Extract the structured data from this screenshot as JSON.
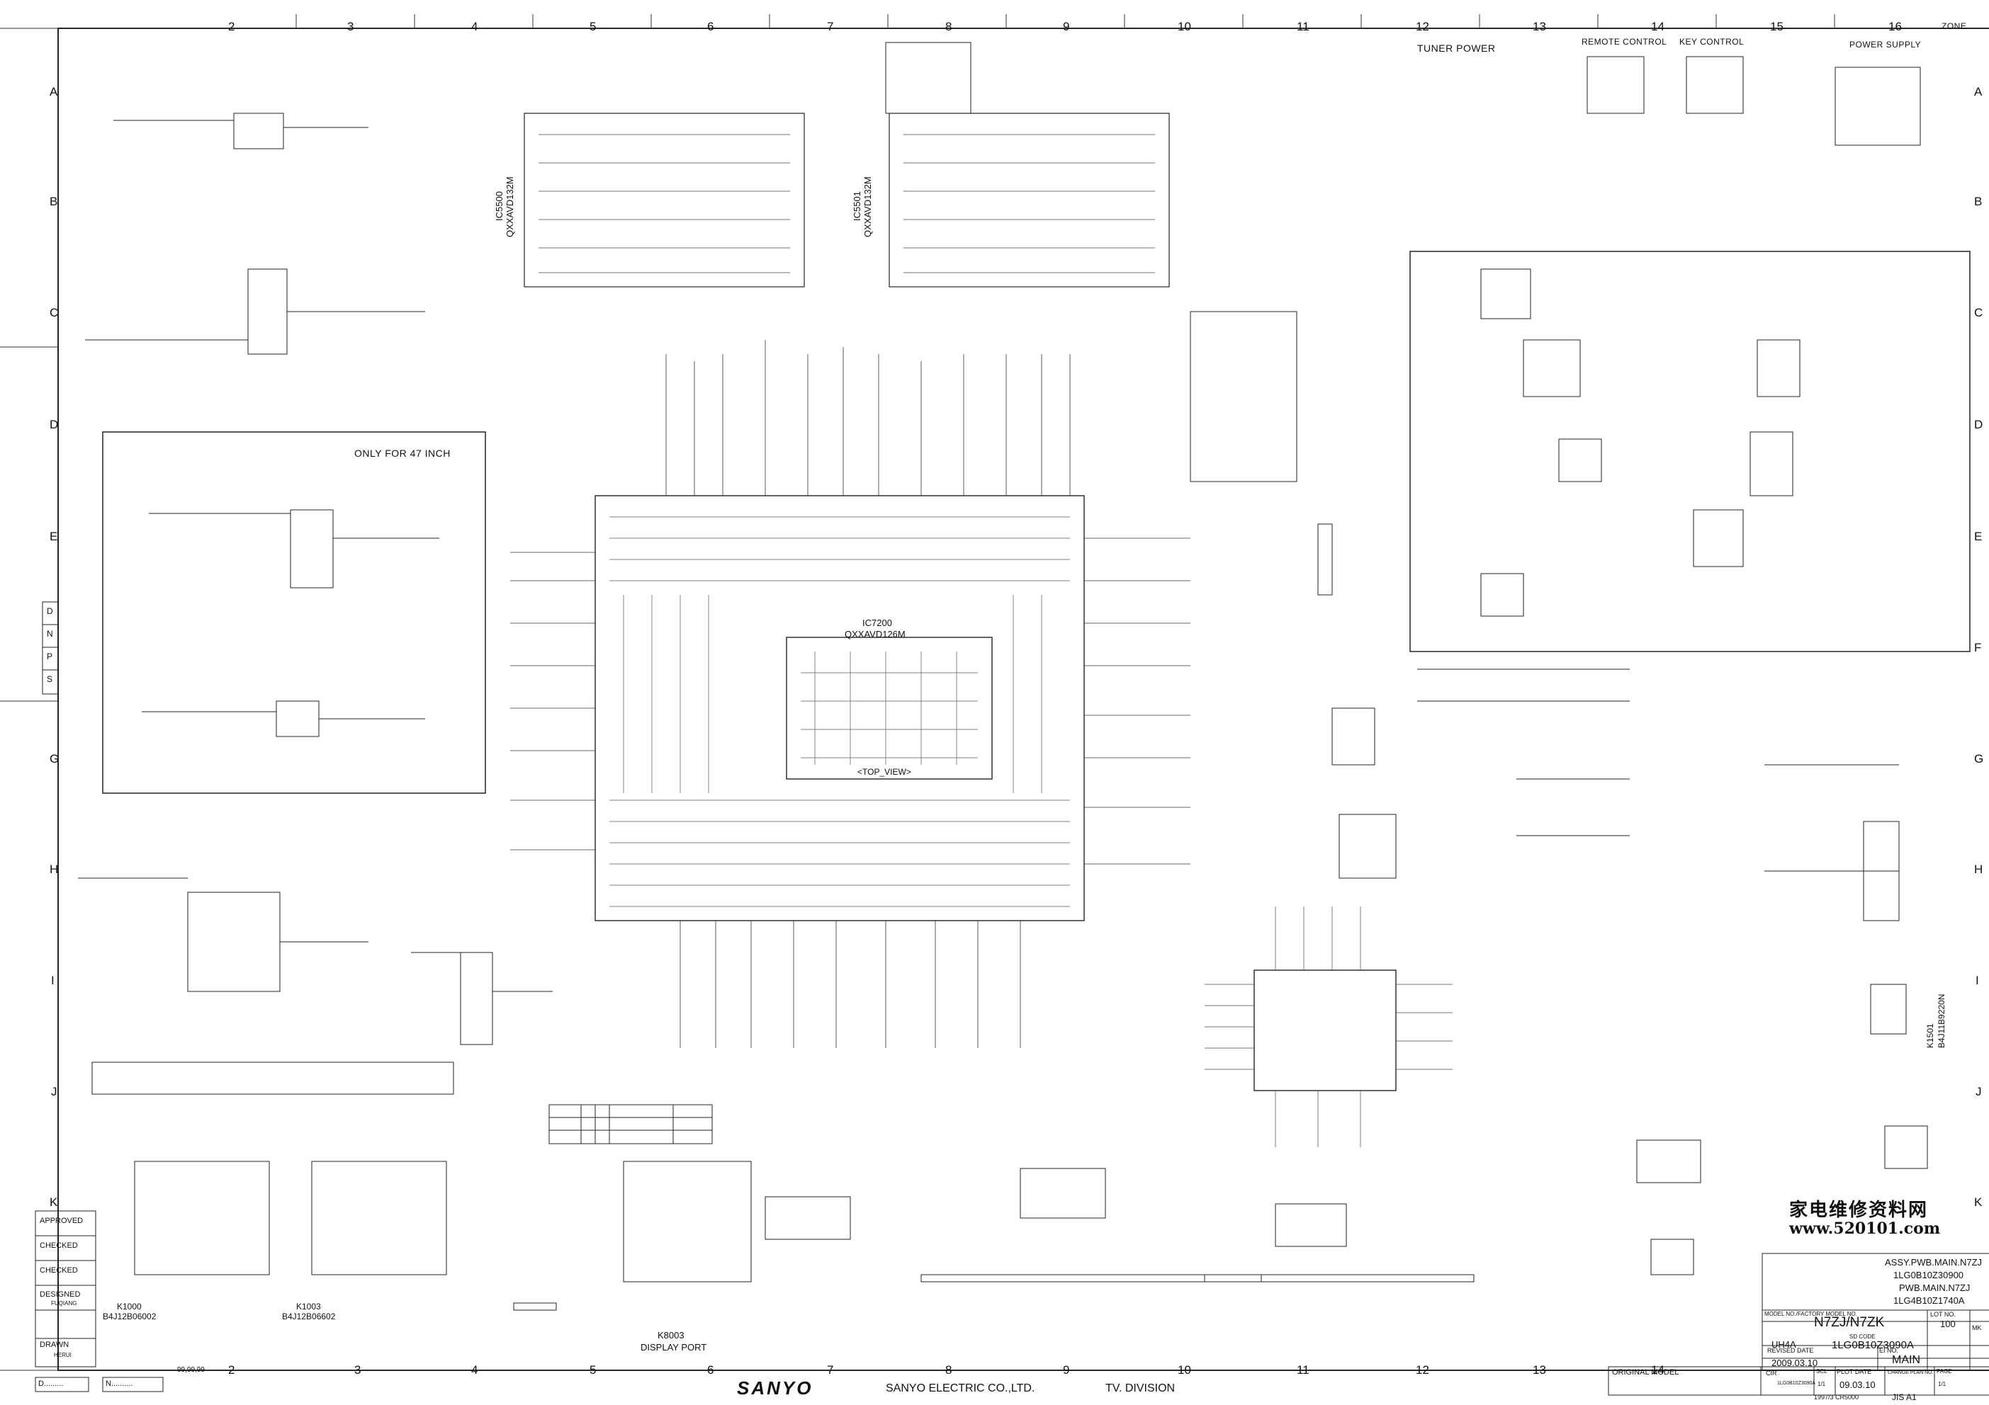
{
  "zones": {
    "cols": [
      "2",
      "3",
      "4",
      "5",
      "6",
      "7",
      "8",
      "9",
      "10",
      "11",
      "12",
      "13",
      "14",
      "15",
      "16"
    ],
    "rows": [
      "A",
      "B",
      "C",
      "D",
      "E",
      "G",
      "H",
      "I",
      "J",
      "K",
      "F"
    ],
    "zone_label": "ZONE"
  },
  "side_box": [
    "D",
    "N",
    "P",
    "S"
  ],
  "sections": {
    "tuner_power": "TUNER POWER",
    "remote_control": "REMOTE CONTROL",
    "key_control": "KEY CONTROL",
    "power_supply": "POWER SUPPLY",
    "only_47_inch": "ONLY FOR 47 INCH"
  },
  "ics": {
    "ic5500_ref": "IC5500",
    "ic5500_part": "QXXAVD132M",
    "ic5501_ref": "IC5501",
    "ic5501_part": "QXXAVD132M",
    "ic7200_ref": "IC7200",
    "ic7200_part": "QXXAVD126M",
    "top_view": "<TOP_VIEW>"
  },
  "connectors": {
    "k1000_ref": "K1000",
    "k1000_part": "B4J12B06002",
    "k1003_ref": "K1003",
    "k1003_part": "B4J12B06602",
    "k8003_ref": "K8003",
    "k8003_label": "DISPLAY PORT",
    "k1501_ref": "K1501",
    "k1501_part": "B4J11B9220N"
  },
  "watermark": {
    "chinese": "家电维修资料网",
    "url": "www.520101.com"
  },
  "title_block": {
    "assy_line1": "ASSY.PWB.MAIN.N7ZJ",
    "assy_line2": "1LG0B10Z30900",
    "pwb_line1": "PWB.MAIN.N7ZJ",
    "pwb_line2": "1LG4B10Z1740A",
    "model_caption": "MODEL NO./FACTORY MODEL NO.",
    "lot_caption": "LOT NO.",
    "model": "N7ZJ/N7ZK",
    "lot": "100",
    "sd_caption": "SD CODE",
    "chassis": "UH4A",
    "sd_code": "1LG0B10Z3090A",
    "mark_caption": "MK",
    "revised_caption": "REVISED DATE",
    "revised_date": "2009.03.10",
    "ei_caption": "EI NO.",
    "sheet_name": "MAIN",
    "cir_caption": "CIR",
    "cir_code": "1LG0B10Z3090A",
    "scale_caption": "SCL",
    "scale": "1/1",
    "plot_caption": "PLOT DATE",
    "plot_date": "09.03.10",
    "change_caption": "CHANGE PLAN NO.",
    "page_caption": "PAGE",
    "page": "1/1",
    "original_model": "ORIGINAL MODEL",
    "paper_code": "1997/3 CR5000",
    "paper_size": "JIS A1"
  },
  "footer": {
    "brand": "SANYO",
    "company": "SANYO ELECTRIC CO.,LTD.",
    "division": "TV. DIVISION"
  },
  "approval": {
    "approved": "APPROVED",
    "checked1": "CHECKED",
    "checked2": "CHECKED",
    "designed": "DESIGNED",
    "designer": "FUQIANG",
    "drawn": "DRAWN",
    "drawer": "HERUI",
    "d_field": "D.........",
    "n_field": "N..........",
    "date_code": "99,99,99"
  }
}
